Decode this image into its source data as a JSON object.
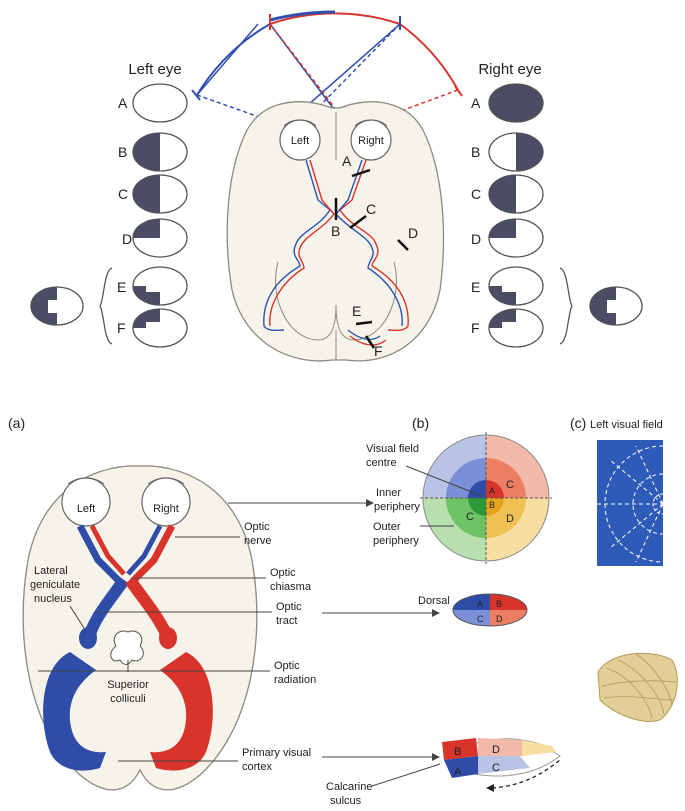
{
  "top": {
    "left_eye_title": "Left eye",
    "right_eye_title": "Right eye",
    "eye_left": "Left",
    "eye_right": "Right",
    "letters": [
      "A",
      "B",
      "C",
      "D",
      "E",
      "F"
    ]
  },
  "bottom": {
    "panel_a": "(a)",
    "panel_b": "(b)",
    "panel_c": "(c)",
    "panel_c_title": "Left visual field",
    "eye_left": "Left",
    "eye_right": "Right",
    "labels": {
      "optic_nerve": [
        "Optic",
        "nerve"
      ],
      "optic_chiasma": [
        "Optic",
        "chiasma"
      ],
      "optic_tract": [
        "Optic",
        "tract"
      ],
      "optic_radiation": [
        "Optic",
        "radiation"
      ],
      "lgn": [
        "Lateral",
        "geniculate",
        "nucleus"
      ],
      "superior_colliculi": [
        "Superior",
        "colliculi"
      ],
      "primary_visual_cortex": [
        "Primary visual",
        "cortex"
      ],
      "calcarine_sulcus": [
        "Calcarine",
        "sulcus"
      ],
      "visual_field_centre": [
        "Visual field",
        "centre"
      ],
      "inner_periphery": [
        "Inner",
        "periphery"
      ],
      "outer_periphery": [
        "Outer",
        "periphery"
      ],
      "dorsal": "Dorsal"
    },
    "quadrant_letters": [
      "A",
      "B",
      "C",
      "D"
    ]
  },
  "colors": {
    "blue": "#2f4ca8",
    "red": "#d9342b",
    "field_dark": "#4a4d63",
    "brain_fill": "#f6f4ea",
    "pale_blue": "#b9c3e6",
    "pale_red": "#f2b8a8",
    "pale_green": "#b8dfae",
    "pale_yellow": "#f7dfa3"
  }
}
